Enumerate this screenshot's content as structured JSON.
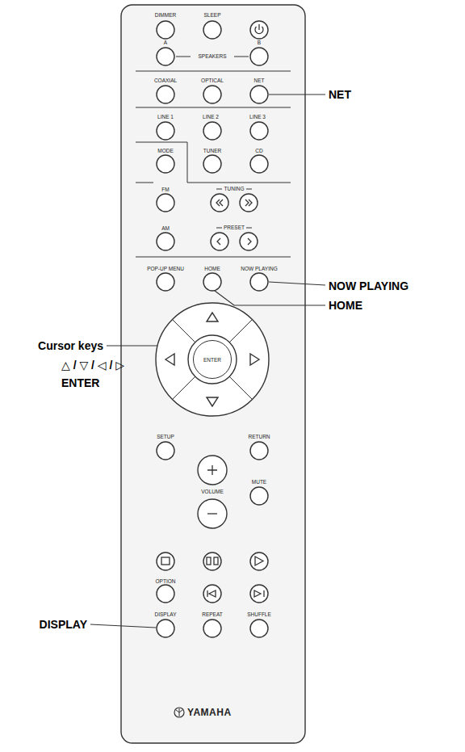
{
  "diagram": {
    "nodes": [
      {
        "text": [
          "ENTER"
        ]
      }
    ],
    "labels": [
      "DIMMER",
      "SLEEP",
      "A",
      "SPEAKERS",
      "B",
      "COAXIAL",
      "OPTICAL",
      "NET",
      "LINE 1",
      "LINE 2",
      "LINE 3",
      "MODE",
      "TUNER",
      "CD",
      "FM",
      "TUNING",
      "AM",
      "PRESET",
      "POP-UP MENU",
      "HOME",
      "NOW PLAYING",
      "SETUP",
      "RETURN",
      "VOLUME",
      "MUTE",
      "OPTION",
      "DISPLAY",
      "REPEAT",
      "SHUFFLE",
      "YAMAHA",
      "NET",
      "NOW PLAYING",
      "HOME",
      "Cursor keys",
      "△ / ▽ / ◁ / ▷",
      "ENTER",
      "DISPLAY"
    ]
  }
}
